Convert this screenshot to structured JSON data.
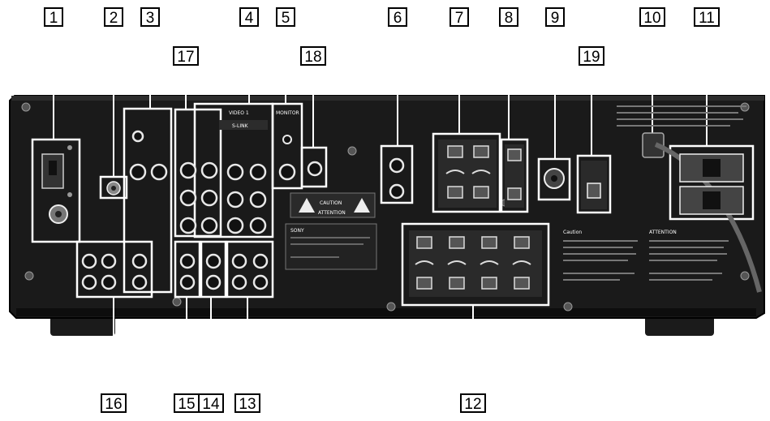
{
  "colors": {
    "background": "#ffffff",
    "chassis": "#1a1a1a",
    "chassis_edge": "#000000",
    "outline": "#ffffff",
    "callout_box": "#000000",
    "jack_ring": "#e8e8e8"
  },
  "callouts": [
    {
      "number": "1",
      "name": "callout-1"
    },
    {
      "number": "2",
      "name": "callout-2"
    },
    {
      "number": "3",
      "name": "callout-3"
    },
    {
      "number": "4",
      "name": "callout-4"
    },
    {
      "number": "5",
      "name": "callout-5"
    },
    {
      "number": "6",
      "name": "callout-6"
    },
    {
      "number": "7",
      "name": "callout-7"
    },
    {
      "number": "8",
      "name": "callout-8"
    },
    {
      "number": "9",
      "name": "callout-9"
    },
    {
      "number": "10",
      "name": "callout-10"
    },
    {
      "number": "11",
      "name": "callout-11"
    },
    {
      "number": "12",
      "name": "callout-12"
    },
    {
      "number": "13",
      "name": "callout-13"
    },
    {
      "number": "14",
      "name": "callout-14"
    },
    {
      "number": "15",
      "name": "callout-15"
    },
    {
      "number": "16",
      "name": "callout-16"
    },
    {
      "number": "17",
      "name": "callout-17"
    },
    {
      "number": "18",
      "name": "callout-18"
    },
    {
      "number": "19",
      "name": "callout-19"
    }
  ],
  "panel_labels": {
    "s_link": "S-LINK",
    "video": "VIDEO 1",
    "monitor": "MONITOR",
    "caution": "CAUTION",
    "attention": "ATTENTION",
    "attention_right": "ATTENTION",
    "sony": "SONY",
    "caution_right": "Caution"
  }
}
